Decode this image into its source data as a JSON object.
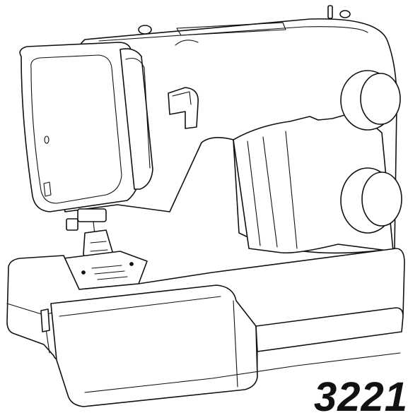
{
  "product": {
    "model_number": "3221"
  },
  "illustration": {
    "subject": "sewing-machine",
    "style": "black-line-drawing",
    "colors": {
      "line": "#111111",
      "fill": "#ffffff"
    }
  }
}
